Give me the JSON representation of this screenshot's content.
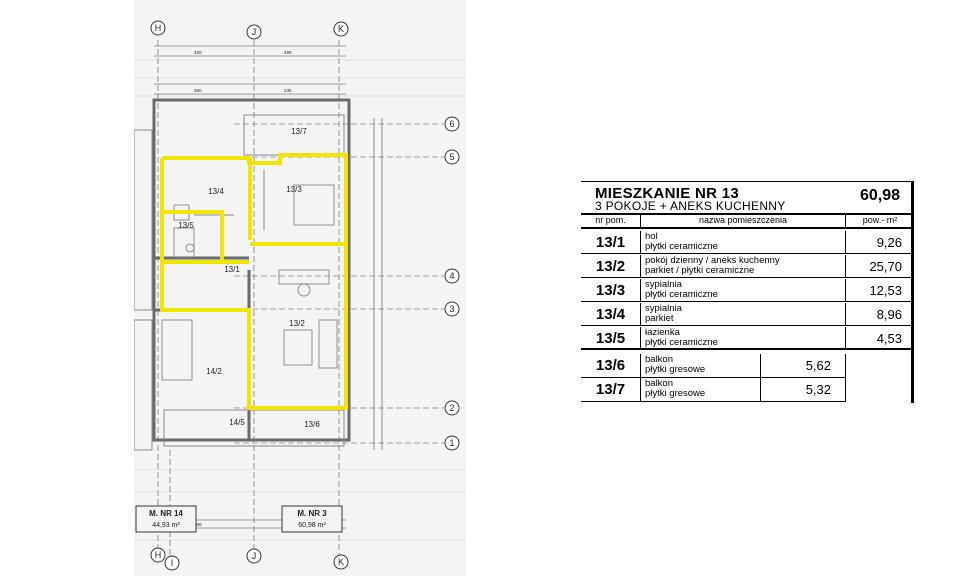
{
  "plan": {
    "axes_top": [
      "H",
      "J",
      "K"
    ],
    "axes_bottom": [
      "H",
      "I",
      "J",
      "K"
    ],
    "axes_right": [
      "6",
      "5",
      "4",
      "3",
      "2",
      "1"
    ],
    "rooms": {
      "r13_1": "13/1",
      "r13_2": "13/2",
      "r13_3": "13/3",
      "r13_4": "13/4",
      "r13_5": "13/5",
      "r13_6": "13/6",
      "r13_7": "13/7",
      "r14_2": "14/2",
      "r14_5": "14/5"
    },
    "apt_boxes": [
      {
        "name": "M. NR 14",
        "area": "44,93 m²"
      },
      {
        "name": "M. NR 3",
        "area": "60,98 m²"
      }
    ],
    "highlight_color": "#f2e600"
  },
  "table": {
    "title": "MIESZKANIE NR 13",
    "subtitle": "3 POKOJE + ANEKS KUCHENNY",
    "total_area": "60,98",
    "col_nr": "nr pom.",
    "col_name": "nazwa pomieszczenia",
    "col_area": "pow.- m²",
    "rooms": [
      {
        "nr": "13/1",
        "name": "hol",
        "finish": "płytki ceramiczne",
        "area": "9,26"
      },
      {
        "nr": "13/2",
        "name": "pokój dzienny / aneks kuchenny",
        "finish": "parkiet / płytki ceramiczne",
        "area": "25,70"
      },
      {
        "nr": "13/3",
        "name": "sypialnia",
        "finish": "płytki ceramiczne",
        "area": "12,53"
      },
      {
        "nr": "13/4",
        "name": "sypialnia",
        "finish": "parkiet",
        "area": "8,96"
      },
      {
        "nr": "13/5",
        "name": "łazienka",
        "finish": "płytki ceramiczne",
        "area": "4,53"
      }
    ],
    "extra": [
      {
        "nr": "13/6",
        "name": "balkon",
        "finish": "płytki gresowe",
        "area": "5,62"
      },
      {
        "nr": "13/7",
        "name": "balkon",
        "finish": "płytki gresowe",
        "area": "5,32"
      }
    ]
  }
}
